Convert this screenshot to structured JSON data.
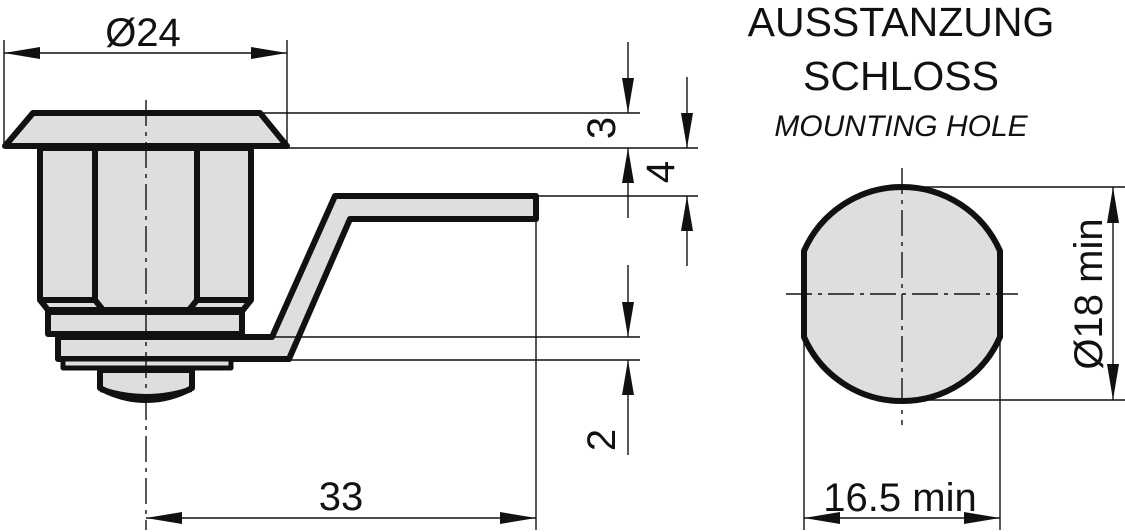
{
  "drawing": {
    "title_line1": "AUSSTANZUNG",
    "title_line2": "SCHLOSS",
    "subtitle": "MOUNTING HOLE",
    "colors": {
      "line": "#111111",
      "fill": "#dedede",
      "background": "#ffffff"
    }
  },
  "lock_view": {
    "dimensions": {
      "flange_diameter": "Ø24",
      "flange_thickness": "3",
      "cam_offset": "4",
      "cam_thickness": "2",
      "cam_length": "33"
    }
  },
  "hole_view": {
    "dimensions": {
      "diameter": "Ø18 min",
      "flat_width": "16.5 min"
    }
  }
}
